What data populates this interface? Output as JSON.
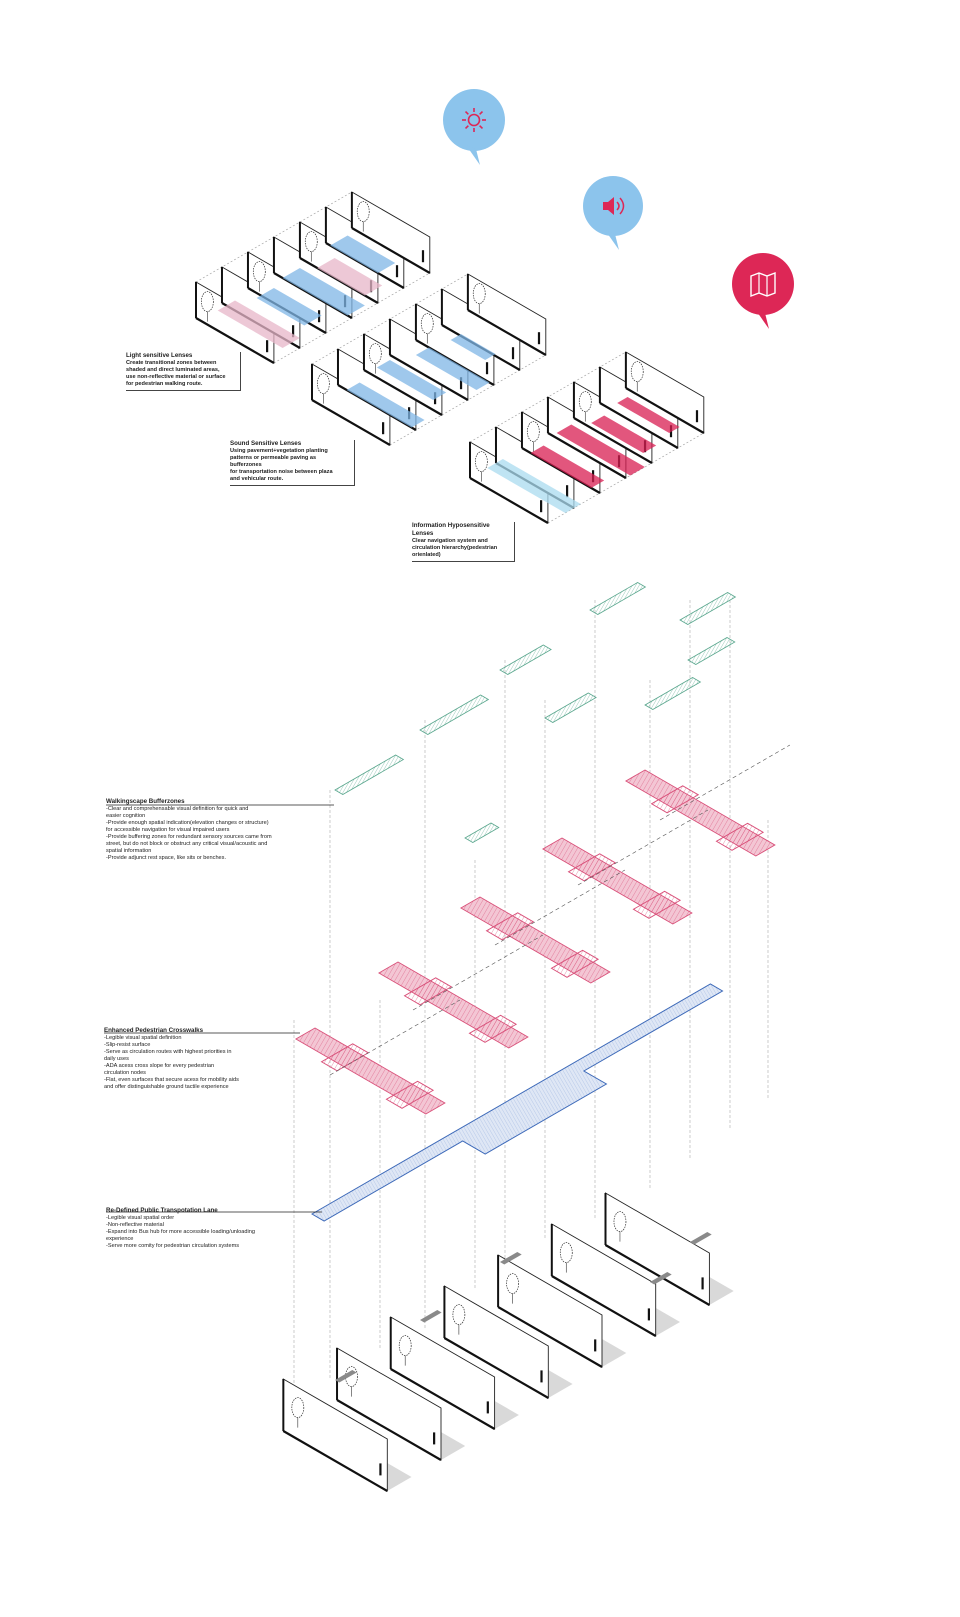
{
  "colors": {
    "light": "#e7b6c8",
    "sound": "#7fb6e6",
    "info": "#d81e51",
    "info_light": "#a9dbef",
    "bubble_blue": "#8cc4ec",
    "bubble_red": "#dd2756",
    "buffer": "#d9517a",
    "buffer_fill": "#f3c6d4",
    "transit": "#3b68b8",
    "transit_fill": "#dfe7f5",
    "green": "#5aa78e",
    "ground": "#cfcfcf"
  },
  "icons": {
    "light": "sun-icon",
    "sound": "speaker-icon",
    "info": "map-icon"
  },
  "lenses": {
    "light": {
      "title": "Light sensitive Lenses",
      "lines": [
        "Create transitional zones between",
        "shaded and direct luminated areas,",
        "use non-reflective material or surface",
        "for pedestrian walking route."
      ]
    },
    "sound": {
      "title": "Sound Sensitive Lenses",
      "lines": [
        "Using pavement+vegetation planting",
        "patterns or permeable paving as bufferzones",
        "for transportation noise between plaza",
        "and vehicular route."
      ]
    },
    "info": {
      "title": "Information Hyposensitive Lenses",
      "lines": [
        "Clear navigation system and",
        "circulation hierarchy(pedestrian",
        "orienlated)"
      ]
    }
  },
  "layers": {
    "bufferzones": {
      "title": "Walkingscape Bufferzones",
      "lines": [
        "-Clear and comprehensable visual definition for quick and",
        "easier cognition",
        "-Provide enough spatial indication(elevation changes or structure)",
        "for accessible navigation for visual impaired users",
        "-Provide buffering zones for redundant sensory sources came from",
        "street, but do not block or obstruct any critical visual/acoustic and",
        "spatial information",
        "-Provide adjunct rest space, like sits or benches."
      ]
    },
    "crosswalks": {
      "title": "Enhanced Pedestrian Crosswalks",
      "lines": [
        "-Legible visual spatial definition",
        "-Slip-resist surface",
        "-Serve as circulation routes with highest priorities in",
        "daily uses",
        "-ADA acess cross slope for every pedestrian",
        "circulation nodes",
        "-Flat, even surfaces that secure acess for mobility aids",
        "and offer distinguishable ground tactile experience"
      ]
    },
    "transit": {
      "title": "Re-Defined Public Transpotation Lane",
      "lines": [
        "-Legible visual spatial order",
        "-Non-reflective material",
        "-Expand into Bus hub for more accessible loading/unloading",
        "experience",
        "-Serve more comity for pedestrian circulation systems"
      ]
    }
  }
}
